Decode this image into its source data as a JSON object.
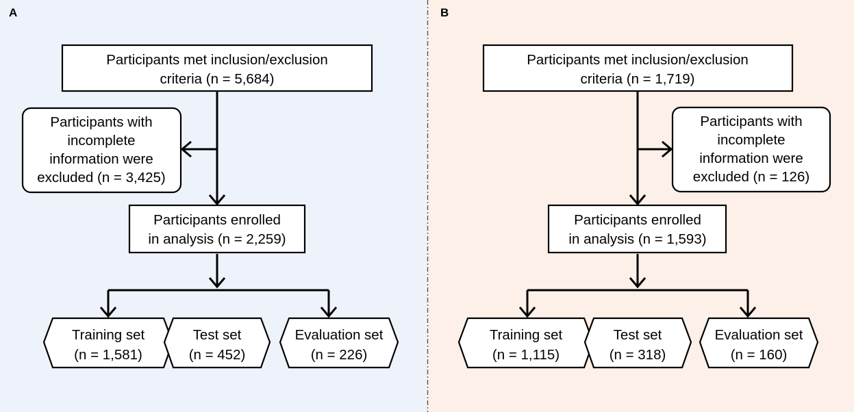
{
  "colors": {
    "panel_a_bg": "#eef3fb",
    "panel_b_bg": "#fcf0e8",
    "divider": "#555555"
  },
  "panels": [
    {
      "label": "A",
      "top_box": [
        "Participants met inclusion/exclusion",
        "criteria (n = 5,684)"
      ],
      "excluded_box": [
        "Participants with",
        "incomplete",
        "information were",
        "excluded (n = 3,425)"
      ],
      "enrolled_box": [
        "Participants enrolled",
        "in analysis (n = 2,259)"
      ],
      "sets": [
        {
          "label": "Training set",
          "n": "(n = 1,581)"
        },
        {
          "label": "Test set",
          "n": "(n = 452)"
        },
        {
          "label": "Evaluation set",
          "n": "(n = 226)"
        }
      ]
    },
    {
      "label": "B",
      "top_box": [
        "Participants met inclusion/exclusion",
        "criteria (n = 1,719)"
      ],
      "excluded_box": [
        "Participants with",
        "incomplete",
        "information were",
        "excluded (n = 126)"
      ],
      "enrolled_box": [
        "Participants enrolled",
        "in analysis (n = 1,593)"
      ],
      "sets": [
        {
          "label": "Training set",
          "n": "(n = 1,115)"
        },
        {
          "label": "Test set",
          "n": "(n = 318)"
        },
        {
          "label": "Evaluation set",
          "n": "(n = 160)"
        }
      ]
    }
  ]
}
